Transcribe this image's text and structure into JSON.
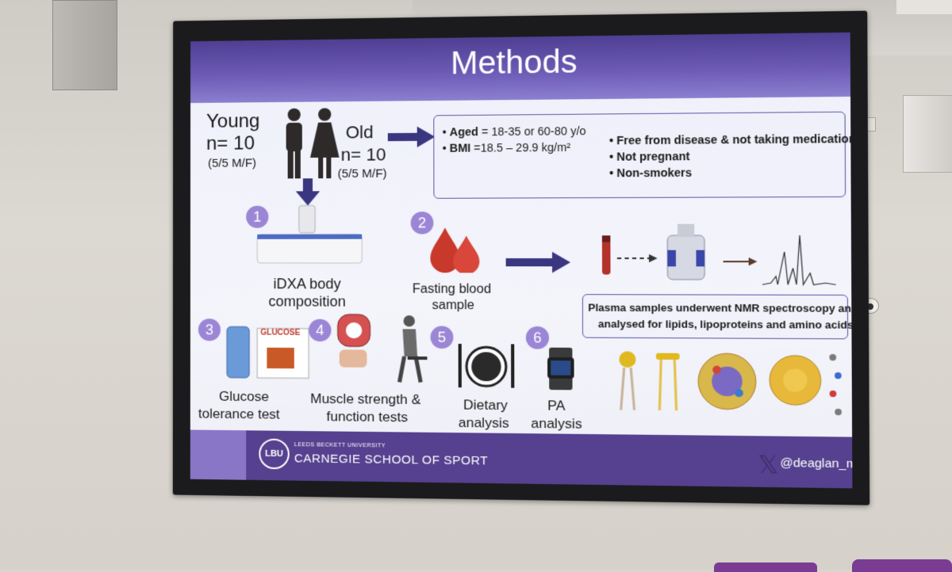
{
  "slide": {
    "title": "Methods",
    "groups": {
      "young_label": "Young",
      "young_n": "n= 10",
      "young_split": "(5/5 M/F)",
      "old_label": "Old",
      "old_n": "n= 10",
      "old_split": "(5/5 M/F)"
    },
    "criteria": {
      "aged_label": "Aged",
      "aged_value": "= 18-35 or 60-80 y/o",
      "bmi_label": "BMI",
      "bmi_value": "=18.5 – 29.9 kg/m²",
      "free": "Free from disease & not taking medication",
      "pregnant": "Not pregnant",
      "smokers": "Non-smokers"
    },
    "steps": [
      {
        "number": "1",
        "label_line1": "iDXA body",
        "label_line2": "composition"
      },
      {
        "number": "2",
        "label_line1": "Fasting blood",
        "label_line2": "sample"
      },
      {
        "number": "3",
        "label_line1": "Glucose",
        "label_line2": "tolerance test"
      },
      {
        "number": "4",
        "label_line1": "Muscle strength &",
        "label_line2": "function tests"
      },
      {
        "number": "5",
        "label_line1": "Dietary",
        "label_line2": "analysis"
      },
      {
        "number": "6",
        "label_line1": "PA",
        "label_line2": "analysis"
      }
    ],
    "glucose_box_text": "GLUCOSE",
    "nmr_line1": "Plasma samples underwent NMR spectroscopy and",
    "nmr_line2": "analysed for lipids, lipoproteins and amino acids.",
    "footer": {
      "logo_text": "LBU",
      "university": "LEEDS BECKETT UNIVERSITY",
      "school": "CARNEGIE SCHOOL OF SPORT",
      "handle": "@deaglan_mc"
    },
    "colors": {
      "accent_purple": "#6c5ab5",
      "arrow_navy": "#3b3680",
      "blood_red": "#c8392b"
    }
  }
}
